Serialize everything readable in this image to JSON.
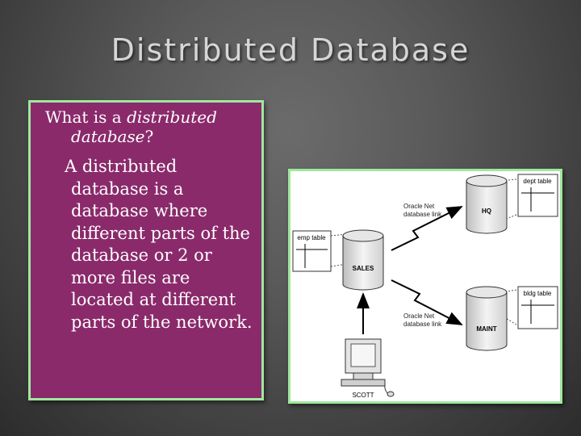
{
  "slide": {
    "title": "Distributed Database",
    "question": {
      "prefix": "What is a ",
      "emphasis": "distributed database",
      "suffix": "?"
    },
    "answer": "A distributed database is a database where different parts of the database or 2 or more files are located at different parts of the network."
  },
  "diagram": {
    "databases": {
      "hq": "HQ",
      "sales": "SALES",
      "maint": "MAINT"
    },
    "tables": {
      "dept": "dept table",
      "emp": "emp table",
      "bldg": "bldg table"
    },
    "links": {
      "top_line1": "Oracle Net",
      "top_line2": "database link",
      "bottom_line1": "Oracle Net",
      "bottom_line2": "database link"
    },
    "user": "SCOTT"
  },
  "colors": {
    "text_box_bg": "#8a2a6b",
    "box_border": "#9ee89e",
    "title": "#d6d6d6"
  }
}
